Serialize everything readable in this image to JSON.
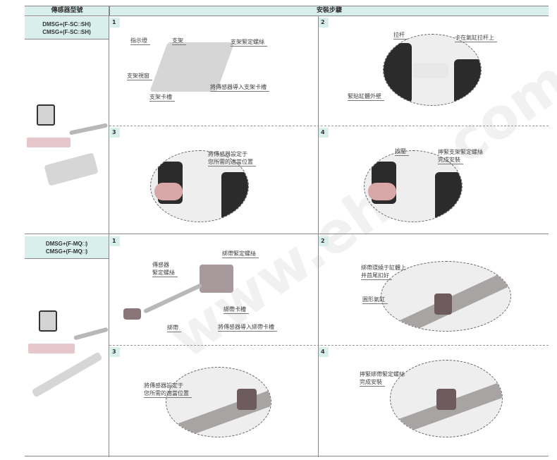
{
  "header": {
    "sensor_model": "傳感器型號",
    "install_steps": "安裝步驟"
  },
  "groups": [
    {
      "models": [
        "DMSG+(F-SC□SH)",
        "CMSG+(F-SC□SH)"
      ],
      "steps": [
        {
          "number": "1",
          "labels": [
            "指示燈",
            "支架",
            "支架緊定螺絲",
            "支架視窗",
            "支架卡槽",
            "將傳感器導入支架卡槽"
          ]
        },
        {
          "number": "2",
          "labels": [
            "拉杆",
            "卡在氣缸拉杆上",
            "緊貼缸體外壁"
          ]
        },
        {
          "number": "3",
          "labels": [
            "將傳感器設定于",
            "您所需的適當位置"
          ]
        },
        {
          "number": "4",
          "labels": [
            "按壓",
            "擰緊支架緊定螺絲",
            "完成安裝"
          ]
        }
      ]
    },
    {
      "models": [
        "DMSG+(F-MQ□)",
        "CMSG+(F-MQ□)"
      ],
      "steps": [
        {
          "number": "1",
          "labels": [
            "綁帶緊定螺絲",
            "傳感器",
            "緊定螺絲",
            "綁帶卡槽",
            "綁帶",
            "將傳感器導入綁帶卡槽"
          ]
        },
        {
          "number": "2",
          "labels": [
            "綁帶環繞于缸體上",
            "并首尾扣好",
            "圓形氣缸"
          ]
        },
        {
          "number": "3",
          "labels": [
            "將傳感器設定于",
            "您所需的適當位置"
          ]
        },
        {
          "number": "4",
          "labels": [
            "擰緊綁帶緊定螺絲",
            "完成安裝"
          ]
        }
      ]
    }
  ],
  "watermark": "www.ehsy.com"
}
